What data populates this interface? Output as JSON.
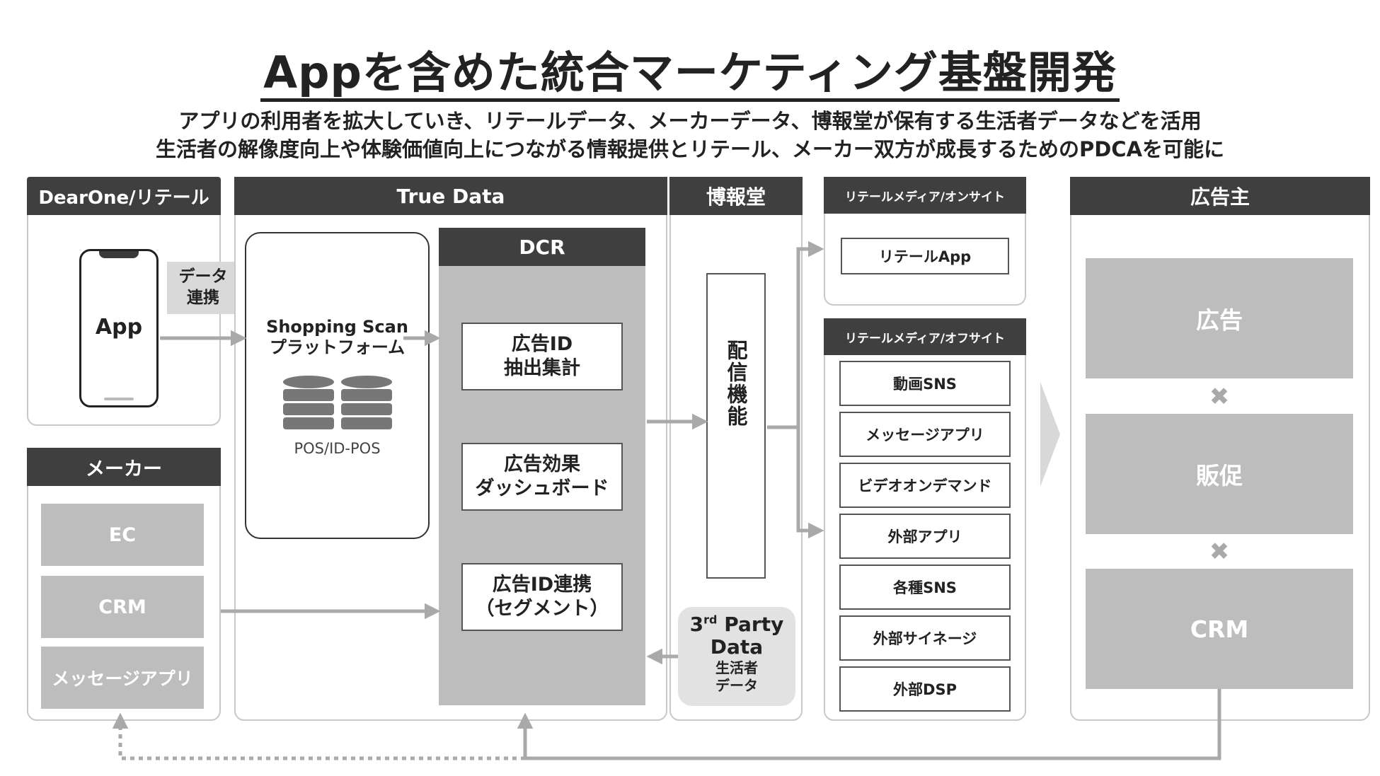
{
  "title": "Appを含めた統合マーケティング基盤開発",
  "subtitle_line1": "アプリの利用者を拡大していき、リテールデータ、メーカーデータ、博報堂が保有する生活者データなどを活用",
  "subtitle_line2": "生活者の解像度向上や体験価値向上につながる情報提供とリテール、メーカー双方が成長するためのPDCAを可能に",
  "dearone": {
    "header": "DearOne/リテール",
    "app_label": "App",
    "data_link": "データ\n連携"
  },
  "maker": {
    "header": "メーカー",
    "items": [
      "EC",
      "CRM",
      "メッセージアプリ"
    ]
  },
  "truedata": {
    "header": "True Data",
    "platform_title": "Shopping Scan\nプラットフォーム",
    "db_label": "POS/ID-POS",
    "dcr_header": "DCR",
    "dcr_items": [
      "広告ID\n抽出集計",
      "広告効果\nダッシュボード",
      "広告ID連携\n（セグメント）"
    ]
  },
  "hakuhodo": {
    "header": "博報堂",
    "delivery": "配信機能",
    "third_party_main": "3",
    "third_party_sup": "rd",
    "third_party_rest": " Party",
    "third_party_data": "Data",
    "third_party_sub": "生活者\nデータ"
  },
  "onsite": {
    "header": "リテールメディア/オンサイト",
    "items": [
      "リテールApp"
    ]
  },
  "offsite": {
    "header": "リテールメディア/オフサイト",
    "items": [
      "動画SNS",
      "メッセージアプリ",
      "ビデオオンデマンド",
      "外部アプリ",
      "各種SNS",
      "外部サイネージ",
      "外部DSP"
    ]
  },
  "advertiser": {
    "header": "広告主",
    "items": [
      "広告",
      "販促",
      "CRM"
    ],
    "cross": "✖"
  },
  "colors": {
    "header_bg": "#3f3f3f",
    "gray_box": "#bdbdbd",
    "arrow": "#a9a9a9",
    "border": "#c8c8c8"
  }
}
